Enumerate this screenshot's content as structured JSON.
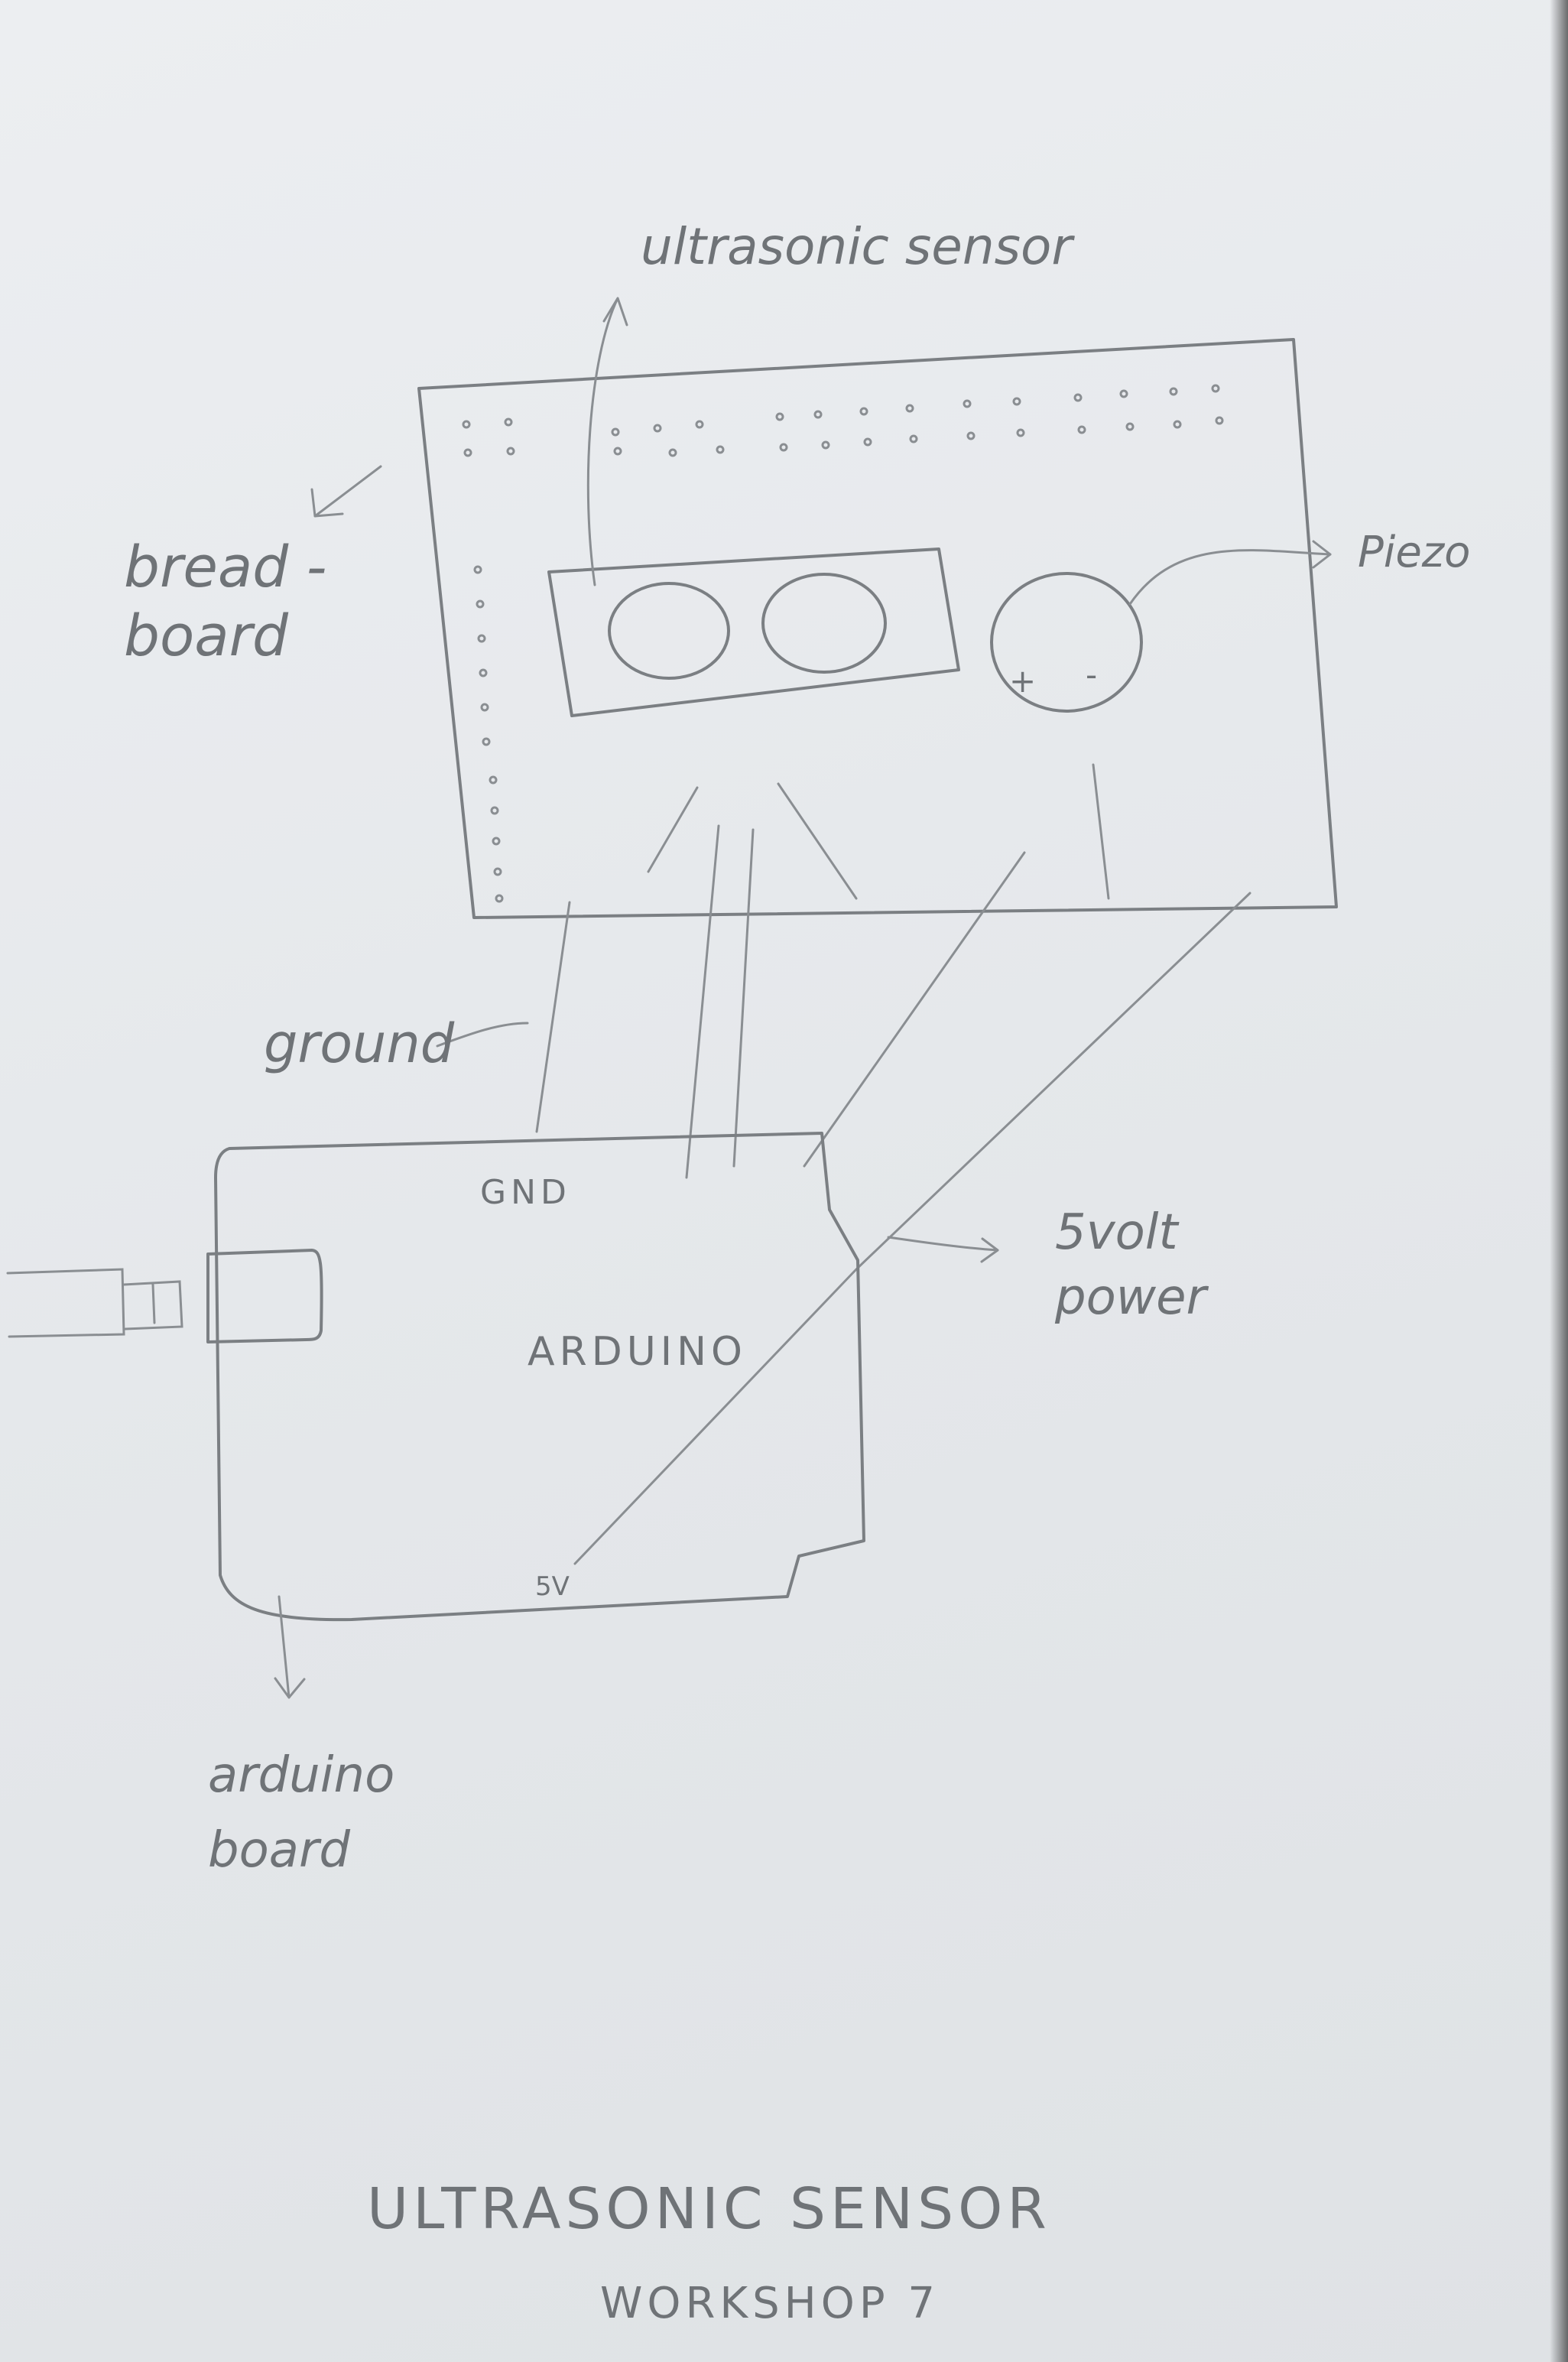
{
  "labels": {
    "ultrasonic_sensor": "ultrasonic sensor",
    "breadboard_line1": "bread -",
    "breadboard_line2": "board",
    "piezo": "Piezo",
    "piezo_plus": "+",
    "piezo_minus": "-",
    "ground": "ground",
    "gnd": "GND",
    "arduino": "ARDUINO",
    "five_volt_line1": "5volt",
    "five_volt_line2": "power",
    "five_v": "5V",
    "arduino_board_line1": "arduino",
    "arduino_board_line2": "board"
  },
  "footer": {
    "title": "ULTRASONIC SENSOR",
    "subtitle": "WORKSHOP 7"
  }
}
